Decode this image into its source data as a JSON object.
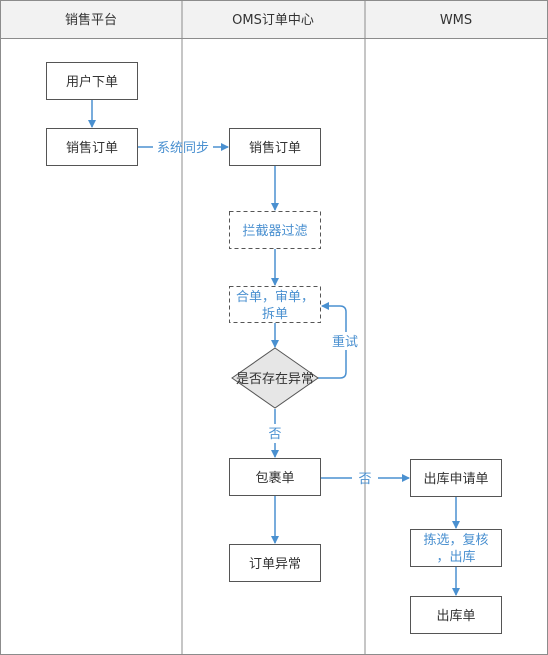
{
  "lanes": [
    {
      "id": "lane-sales",
      "title": "销售平台"
    },
    {
      "id": "lane-oms",
      "title": "OMS订单中心"
    },
    {
      "id": "lane-wms",
      "title": "WMS"
    }
  ],
  "nodes": {
    "user_order": "用户下单",
    "sales_order_platform": "销售订单",
    "sales_order_oms": "销售订单",
    "interceptor": "拦截器过滤",
    "merge_line1": "合单，审单，",
    "merge_line2": "拆单",
    "decision": "是否存在异常",
    "package": "包裹单",
    "order_exception": "订单异常",
    "outbound_request": "出库申请单",
    "pick_line1": "拣选，复核",
    "pick_line2": "，出库",
    "outbound_order": "出库单"
  },
  "edge_labels": {
    "sync": "系统同步",
    "retry": "重试",
    "no_down": "否",
    "no_right": "否"
  },
  "colors": {
    "arrow": "#4a90d0",
    "header_bg": "#f2f2f2",
    "border": "#8c8c8c",
    "text": "#333333",
    "label_blue": "#4a90d0",
    "dashed_text": "#4a90d0",
    "decision_fill": "#e6e6e6"
  }
}
